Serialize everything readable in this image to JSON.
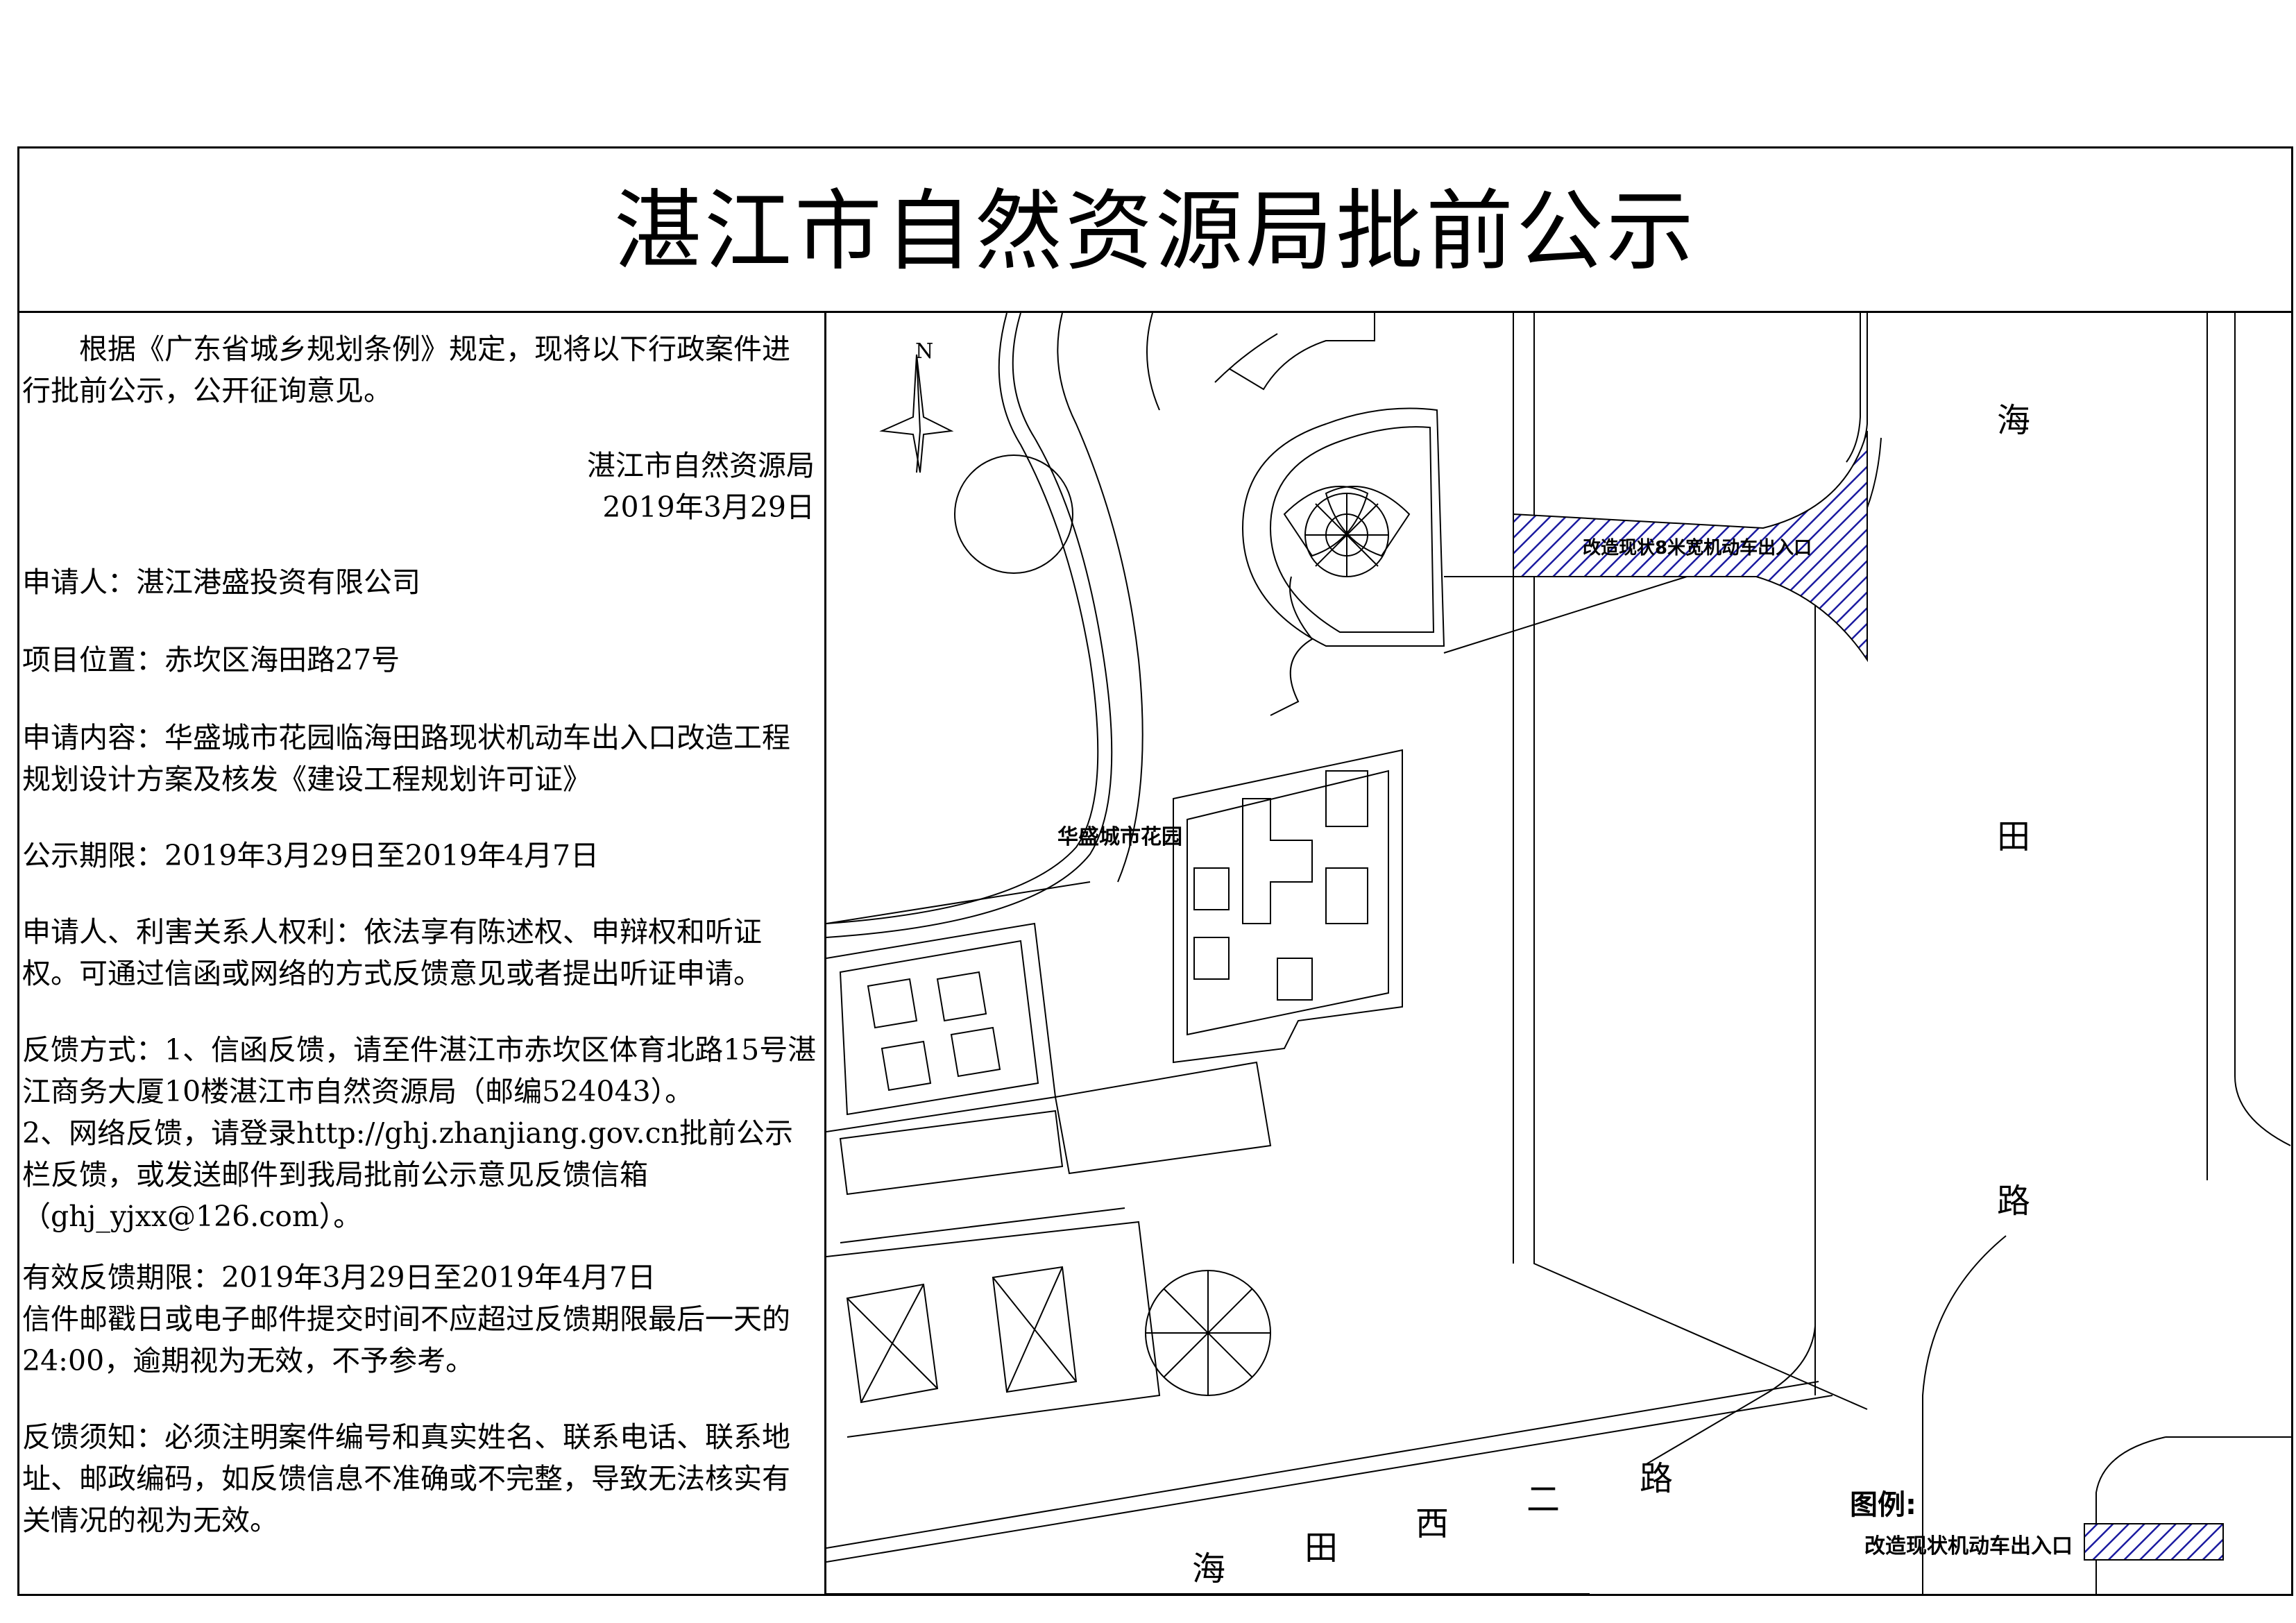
{
  "title": "湛江市自然资源局批前公示",
  "notice": {
    "intro": "根据《广东省城乡规划条例》规定，现将以下行政案件进行批前公示，公开征询意见。",
    "issuer": "湛江市自然资源局",
    "date": "2019年3月29日",
    "applicant": "申请人：湛江港盛投资有限公司",
    "location": "项目位置：赤坎区海田路27号",
    "content": "申请内容：华盛城市花园临海田路现状机动车出入口改造工程规划设计方案及核发《建设工程规划许可证》",
    "period": "公示期限：2019年3月29日至2019年4月7日",
    "rights": "申请人、利害关系人权利：依法享有陈述权、申辩权和听证权。可通过信函或网络的方式反馈意见或者提出听证申请。",
    "feedback_method_1": "反馈方式：1、信函反馈，请至件湛江市赤坎区体育北路15号湛江商务大厦10楼湛江市自然资源局（邮编524043）。",
    "feedback_method_2": "2、网络反馈，请登录http://ghj.zhanjiang.gov.cn批前公示栏反馈，或发送邮件到我局批前公示意见反馈信箱（ghj_yjxx@126.com）。",
    "valid_period": "有效反馈期限：2019年3月29日至2019年4月7日",
    "postmark_note": "信件邮戳日或电子邮件提交时间不应超过反馈期限最后一天的24:00，逾期视为无效，不予参考。",
    "requirements": "反馈须知：必须注明案件编号和真实姓名、联系电话、联系地址、邮政编码，如反馈信息不准确或不完整，导致无法核实有关情况的视为无效。"
  },
  "map": {
    "north_label": "N",
    "site_label": "华盛城市花园",
    "entrance_label": "改造现状8米宽机动车出入口",
    "road_east": [
      "海",
      "田",
      "路"
    ],
    "road_south": [
      "海",
      "田",
      "西",
      "二",
      "路"
    ],
    "legend_title": "图例:",
    "legend_item": "改造现状机动车出入口",
    "colors": {
      "hatch": "#1a1aa0",
      "line": "#000000"
    }
  }
}
